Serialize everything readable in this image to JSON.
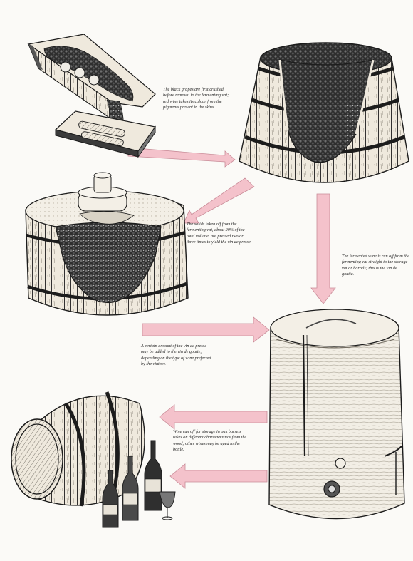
{
  "diagram": {
    "colors": {
      "arrow_fill": "#f4c2cb",
      "arrow_stroke": "#c98c98",
      "ink": "#1c1c1c",
      "wood_light": "#efe9dd",
      "wood_dark": "#2a2a2a",
      "paper": "#fbfaf7"
    },
    "illustrations": [
      {
        "id": "crusher",
        "subject": "grape crusher machine"
      },
      {
        "id": "fermenting-vat",
        "subject": "wooden fermenting vat with black grapes"
      },
      {
        "id": "press",
        "subject": "wooden press vat with press head"
      },
      {
        "id": "storage-vat",
        "subject": "large storage vat with tap"
      },
      {
        "id": "cask-and-bottles",
        "subject": "oak cask, bottles and glass"
      }
    ],
    "captions": [
      "The black grapes are first crushed before removal to the fermenting vat; red wine takes its colour from the pigments present in the skins.",
      "The solids taken off from the fermenting vat, about 20% of the total volume, are pressed two or three times to yield the vin de presse.",
      "The fermented wine is run off from the fermenting vat straight to the storage vat or barrels; this is the vin de goutte.",
      "A certain amount of the vin de presse may be added to the vin de goutte, depending on the type of wine preferred by the vintner.",
      "Wine run off for storage in oak barrels takes on different characteristics from the wood; other wines may be aged in the bottle."
    ]
  }
}
